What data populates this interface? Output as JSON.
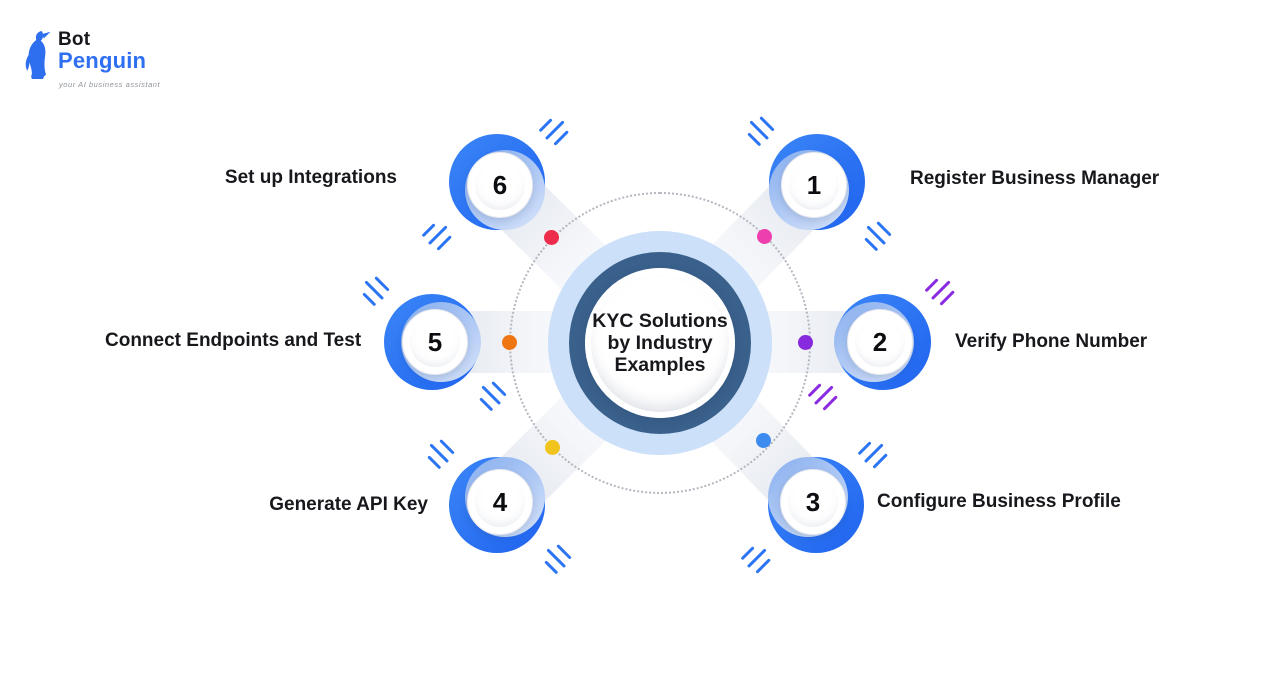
{
  "logo": {
    "bot": "Bot",
    "penguin": "Penguin",
    "tagline": "your AI business assistant"
  },
  "center": {
    "title_line1": "KYC Solutions",
    "title_line2": "by Industry",
    "title_line3": "Examples"
  },
  "steps": [
    {
      "number": "1",
      "label": "Register Business Manager",
      "dot_color": "#ee3fae",
      "hash_color": "#2b74f3"
    },
    {
      "number": "2",
      "label": "Verify Phone Number",
      "dot_color": "#8729dc",
      "hash_color": "#8a2be2"
    },
    {
      "number": "3",
      "label": "Configure Business Profile",
      "dot_color": "#3e8bef",
      "hash_color": "#2b74f3"
    },
    {
      "number": "4",
      "label": "Generate API Key",
      "dot_color": "#f0c31d",
      "hash_color": "#2b74f3"
    },
    {
      "number": "5",
      "label": "Connect Endpoints and Test",
      "dot_color": "#ef7513",
      "hash_color": "#2b74f3"
    },
    {
      "number": "6",
      "label": "Set up Integrations",
      "dot_color": "#ee2c4c",
      "hash_color": "#2b74f3"
    }
  ],
  "palette": {
    "node_ring_blue": "#2b74f3",
    "node_crescent_blue": "#9cbdf3",
    "center_navy_ring": "#3a618c",
    "center_halo_blue": "#cce0f9",
    "dotted_orbit_gray": "#b4b7bf",
    "beam_gray": "#dde2eb",
    "text_dark": "#17181c",
    "logo_blue": "#2f6ff2"
  }
}
